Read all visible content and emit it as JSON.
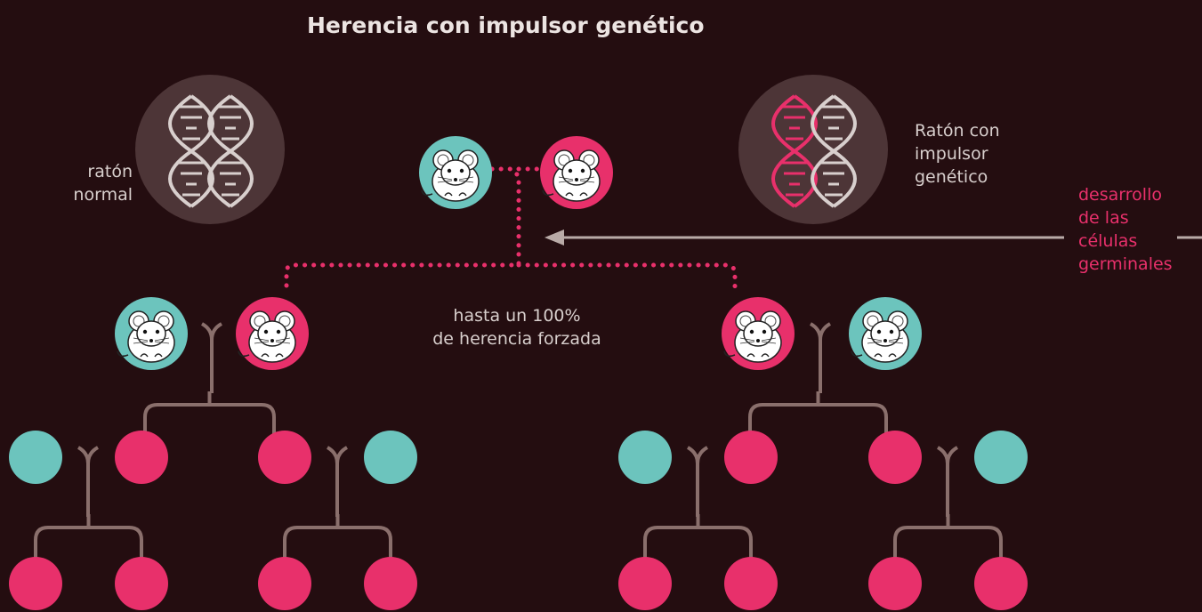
{
  "title": "Herencia con impulsor genético",
  "labels": {
    "normal_mouse": [
      "ratón",
      "normal"
    ],
    "drive_mouse": [
      "Ratón con",
      "impulsor",
      "genético"
    ],
    "germline": [
      "desarrollo",
      "de las",
      "células",
      "germinales"
    ],
    "forced_inheritance": [
      "hasta un 100%",
      "de herencia forzada"
    ]
  },
  "colors": {
    "background": "#240d10",
    "normal": "#6cc4bd",
    "drive": "#e8306b",
    "tree_lines": "#8a6f6c",
    "dna_badge": "#4d3537",
    "arrow": "#b9aaa7"
  },
  "icons": {
    "mouse": "mouse-icon",
    "dna": "dna-icon",
    "arrow": "arrow-left-icon"
  }
}
